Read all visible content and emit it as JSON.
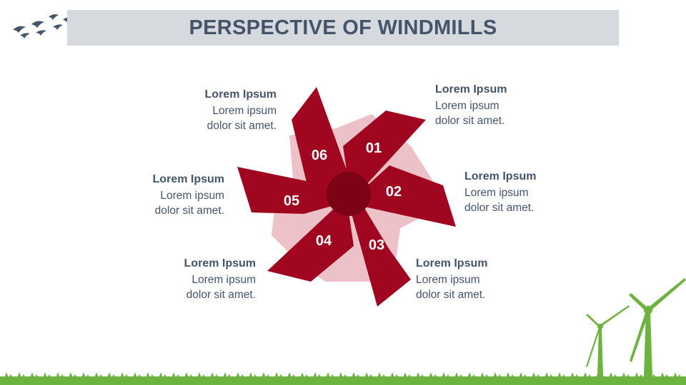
{
  "header": {
    "title": "PERSPECTIVE OF WINDMILLS"
  },
  "colors": {
    "blade": "#a0061f",
    "hub": "#7c0216",
    "shadow": "#e8b9bf",
    "text": "#44546a",
    "grass": "#6db33f",
    "title_bg": "#d6d9dd"
  },
  "icons": [
    "birds-icon",
    "wind-turbine-icon",
    "grass-icon"
  ],
  "blades": [
    {
      "number": "01",
      "title": "Lorem Ipsum",
      "line1": "Lorem ipsum",
      "line2": "dolor sit amet."
    },
    {
      "number": "02",
      "title": "Lorem Ipsum",
      "line1": "Lorem ipsum",
      "line2": "dolor sit amet."
    },
    {
      "number": "03",
      "title": "Lorem Ipsum",
      "line1": "Lorem ipsum",
      "line2": "dolor sit amet."
    },
    {
      "number": "04",
      "title": "Lorem Ipsum",
      "line1": "Lorem ipsum",
      "line2": "dolor sit amet."
    },
    {
      "number": "05",
      "title": "Lorem Ipsum",
      "line1": "Lorem ipsum",
      "line2": "dolor sit amet."
    },
    {
      "number": "06",
      "title": "Lorem Ipsum",
      "line1": "Lorem ipsum",
      "line2": "dolor sit amet."
    }
  ]
}
